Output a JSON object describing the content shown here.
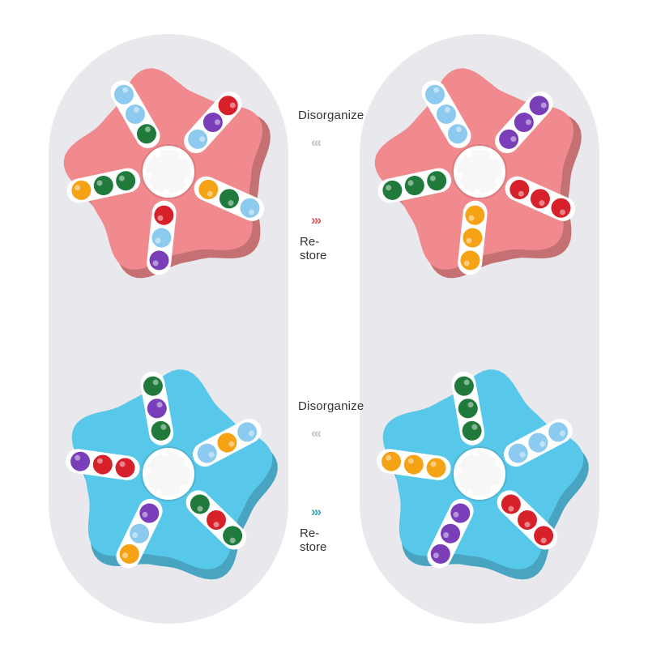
{
  "colors": {
    "pink_body": "#f08a8e",
    "blue_body": "#58c8ea",
    "red_ball": "#d6202a",
    "green_ball": "#1f7a3c",
    "blue_ball": "#8ccaf0",
    "orange_ball": "#f5a315",
    "purple_ball": "#7a3fb8",
    "chevron_gray": "#c4c4c4",
    "chevron_red": "#e0555c",
    "chevron_teal": "#3aa8b4"
  },
  "top_row": {
    "disorganize_label": "Disorganize",
    "back_arrows": "‹‹‹",
    "forward_arrows": "›››",
    "restore_line1": "Re-",
    "restore_line2": "store"
  },
  "bottom_row": {
    "disorganize_label": "Disorganize",
    "back_arrows": "‹‹‹",
    "forward_arrows": "›››",
    "restore_line1": "Re-",
    "restore_line2": "store"
  },
  "spinners": [
    {
      "name": "pink-mixed",
      "color": "pink",
      "slots": [
        [
          "orange",
          "green",
          "green"
        ],
        [
          "blue",
          "blue",
          "green"
        ],
        [
          "red",
          "purple",
          "blue"
        ],
        [
          "blue",
          "green",
          "orange"
        ],
        [
          "purple",
          "blue",
          "red"
        ]
      ]
    },
    {
      "name": "pink-sorted",
      "color": "pink",
      "slots": [
        [
          "green",
          "green",
          "green"
        ],
        [
          "blue",
          "blue",
          "blue"
        ],
        [
          "purple",
          "purple",
          "purple"
        ],
        [
          "red",
          "red",
          "red"
        ],
        [
          "orange",
          "orange",
          "orange"
        ]
      ]
    },
    {
      "name": "blue-mixed",
      "color": "blue",
      "slots": [
        [
          "purple",
          "red",
          "red"
        ],
        [
          "green",
          "purple",
          "green"
        ],
        [
          "blue",
          "orange",
          "blue"
        ],
        [
          "green",
          "red",
          "green"
        ],
        [
          "orange",
          "blue",
          "purple"
        ]
      ]
    },
    {
      "name": "blue-sorted",
      "color": "blue",
      "slots": [
        [
          "orange",
          "orange",
          "orange"
        ],
        [
          "green",
          "green",
          "green"
        ],
        [
          "blue",
          "blue",
          "blue"
        ],
        [
          "red",
          "red",
          "red"
        ],
        [
          "purple",
          "purple",
          "purple"
        ]
      ]
    }
  ]
}
